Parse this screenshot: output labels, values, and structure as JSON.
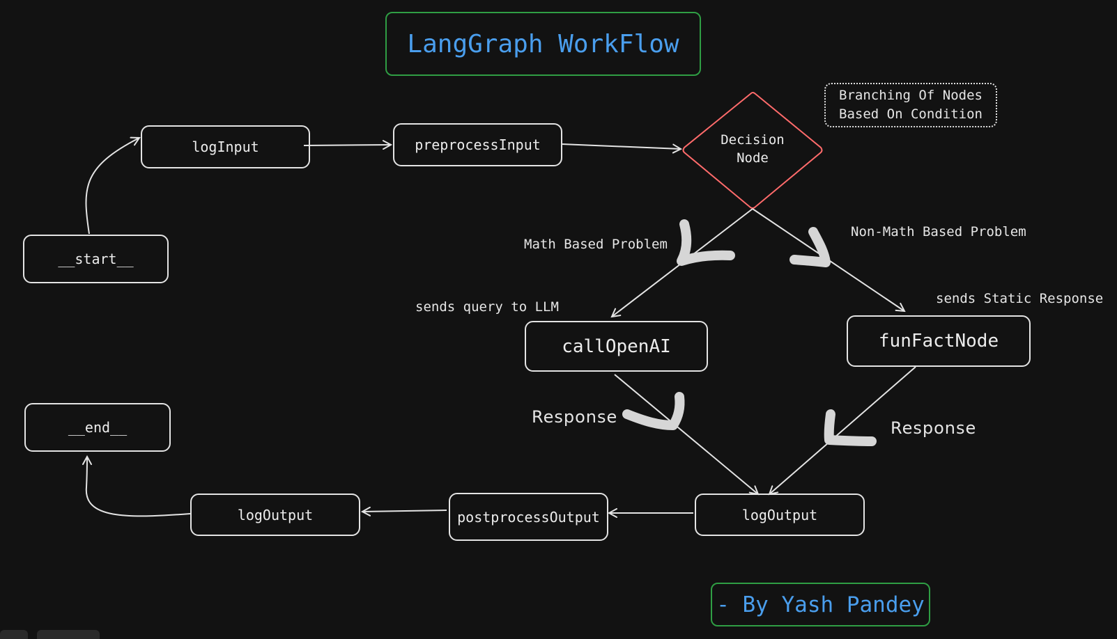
{
  "title": "LangGraph WorkFlow",
  "author": "- By Yash Pandey",
  "note": {
    "line1": "Branching Of Nodes",
    "line2": "Based On Condition"
  },
  "nodes": {
    "start": "__start__",
    "log_input": "logInput",
    "preprocess_input": "preprocessInput",
    "decision_line1": "Decision",
    "decision_line2": "Node",
    "call_openai": "callOpenAI",
    "fun_fact": "funFactNode",
    "log_output_right": "logOutput",
    "postprocess_output": "postprocessOutput",
    "log_output_left": "logOutput",
    "end": "__end__"
  },
  "edge_labels": {
    "math": "Math Based Problem",
    "non_math": "Non-Math Based Problem",
    "sends_llm": "sends query to LLM",
    "sends_static": "sends Static Response",
    "response_left": "Response",
    "response_right": "Response"
  },
  "colors": {
    "background": "#121212",
    "stroke": "#e4e4e4",
    "title_border": "#2f9e44",
    "title_text": "#4a9eed",
    "decision_border": "#ff6b6b"
  }
}
